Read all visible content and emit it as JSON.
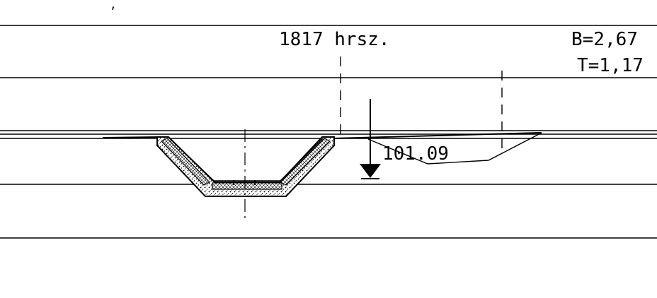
{
  "labels": {
    "parcel": "1817 hrsz.",
    "b_value": "B=2,67",
    "t_value": "T=1,17",
    "elevation": "101.09",
    "corner_mark": ","
  }
}
